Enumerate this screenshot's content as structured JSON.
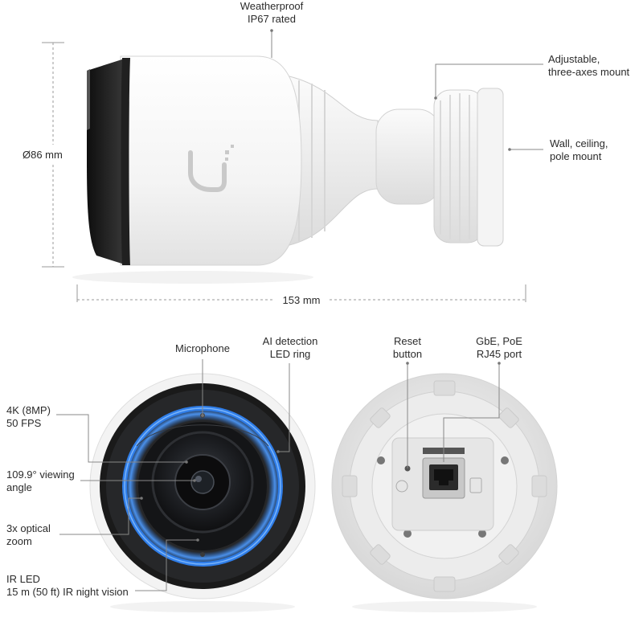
{
  "side_view": {
    "weatherproof": {
      "line1": "Weatherproof",
      "line2": "IP67 rated"
    },
    "adjustable": {
      "line1": "Adjustable,",
      "line2": "three-axes mount"
    },
    "mount": {
      "line1": "Wall, ceiling,",
      "line2": "pole mount"
    },
    "diameter": "Ø86 mm",
    "length": "153 mm"
  },
  "front_view": {
    "microphone": "Microphone",
    "ai_ring": {
      "line1": "AI detection",
      "line2": "LED ring"
    },
    "resolution": {
      "line1": "4K (8MP)",
      "line2": "50 FPS"
    },
    "viewing": {
      "line1": "109.9° viewing",
      "line2": "angle"
    },
    "zoom": {
      "line1": "3x optical",
      "line2": "zoom"
    },
    "ir": {
      "line1": "IR LED",
      "line2": "15 m (50 ft) IR night vision"
    }
  },
  "back_view": {
    "reset": {
      "line1": "Reset",
      "line2": "button"
    },
    "port": {
      "line1": "GbE, PoE",
      "line2": "RJ45 port"
    }
  },
  "colors": {
    "led_ring": "#2f7de8",
    "body": "#f2f2f2",
    "lens": "#1c1c1c"
  }
}
